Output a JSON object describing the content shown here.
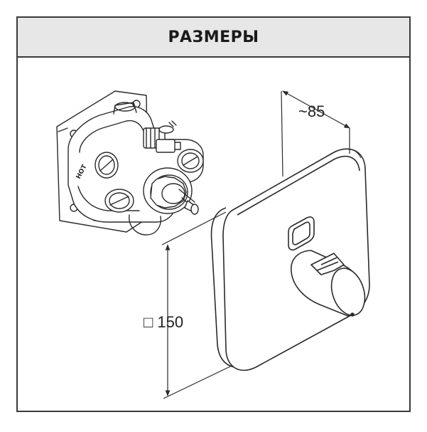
{
  "header": {
    "title": "РАЗМЕРЫ"
  },
  "dimensions": {
    "depth_label": "~85",
    "size_label": "□ 150"
  },
  "valve": {
    "stamp_text": "HOT"
  },
  "colors": {
    "line": "#2a2a2a",
    "header_bg": "#e7e7e7",
    "border": "#3a3a3a"
  }
}
